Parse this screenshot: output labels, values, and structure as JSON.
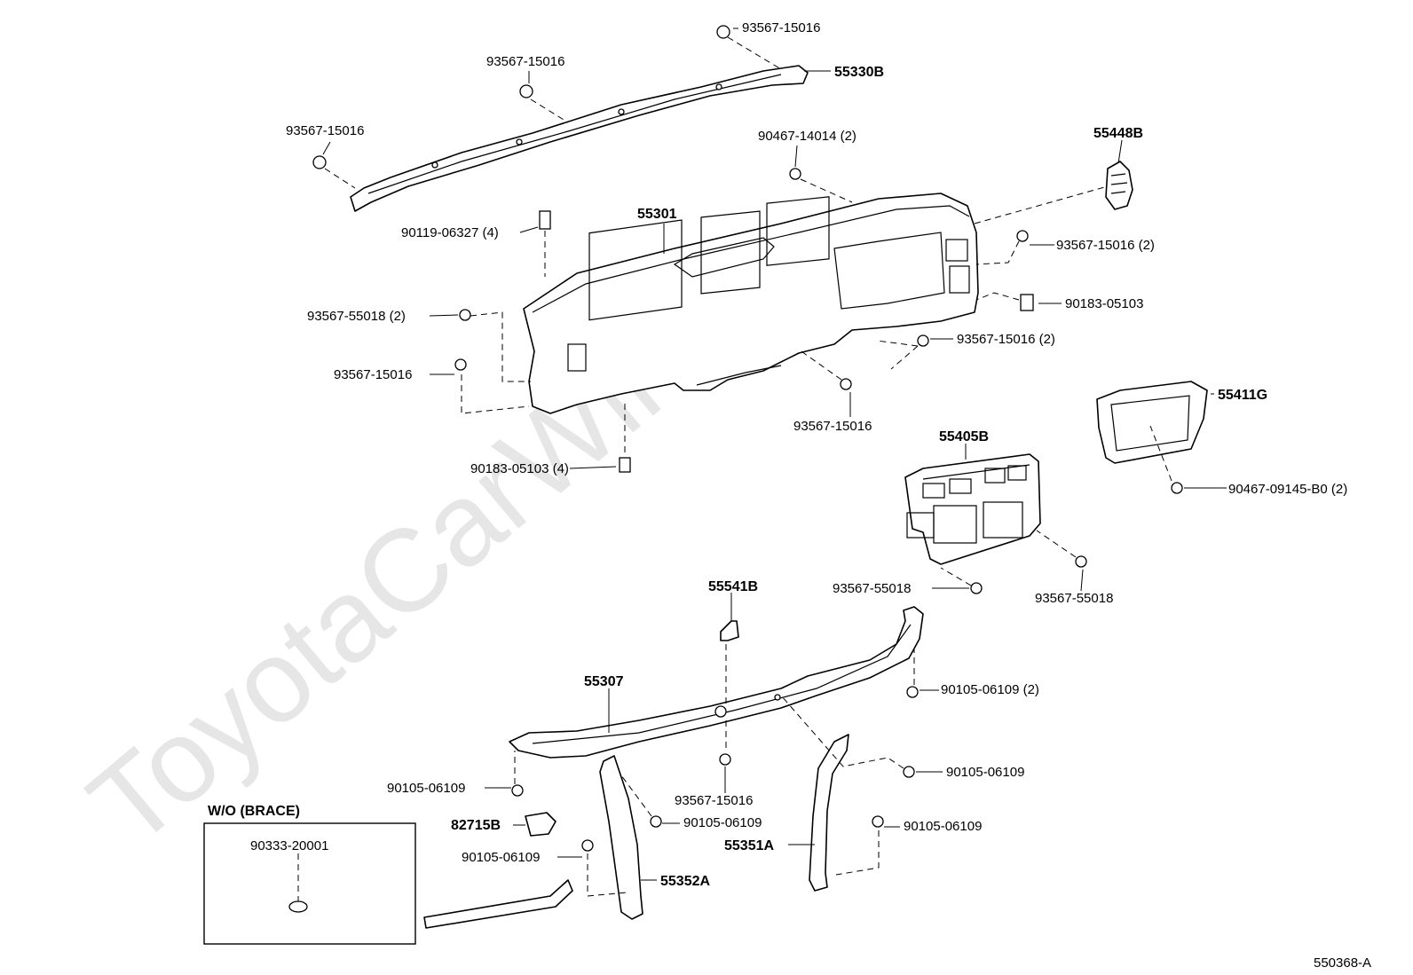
{
  "watermark": "ToyotaCarWire.ru",
  "diagram_code": "550368-A",
  "inset": {
    "title": "W/O (BRACE)",
    "part": "90333-20001"
  },
  "labels": {
    "l_93567_15016_top": "93567-15016",
    "l_55330B": "55330B",
    "l_93567_15016_mid": "93567-15016",
    "l_93567_15016_left": "93567-15016",
    "l_90467_14014": "90467-14014 (2)",
    "l_55448B": "55448B",
    "l_55301": "55301",
    "l_90119_06327": "90119-06327 (4)",
    "l_93567_15016_2a": "93567-15016 (2)",
    "l_90183_05103": "90183-05103",
    "l_93567_55018_2": "93567-55018 (2)",
    "l_93567_15016_2b": "93567-15016 (2)",
    "l_93567_15016_l2": "93567-15016",
    "l_93567_15016_c": "93567-15016",
    "l_55411G": "55411G",
    "l_55405B": "55405B",
    "l_90183_05103_4": "90183-05103 (4)",
    "l_90467_09145": "90467-09145-B0 (2)",
    "l_55541B": "55541B",
    "l_93567_55018_a": "93567-55018",
    "l_93567_55018_b": "93567-55018",
    "l_55307": "55307",
    "l_90105_06109_2": "90105-06109 (2)",
    "l_90105_06109_a": "90105-06109",
    "l_93567_15016_bot": "93567-15016",
    "l_90105_06109_b": "90105-06109",
    "l_82715B": "82715B",
    "l_90105_06109_c": "90105-06109",
    "l_90105_06109_d": "90105-06109",
    "l_55351A": "55351A",
    "l_90105_06109_e": "90105-06109",
    "l_55352A": "55352A"
  }
}
